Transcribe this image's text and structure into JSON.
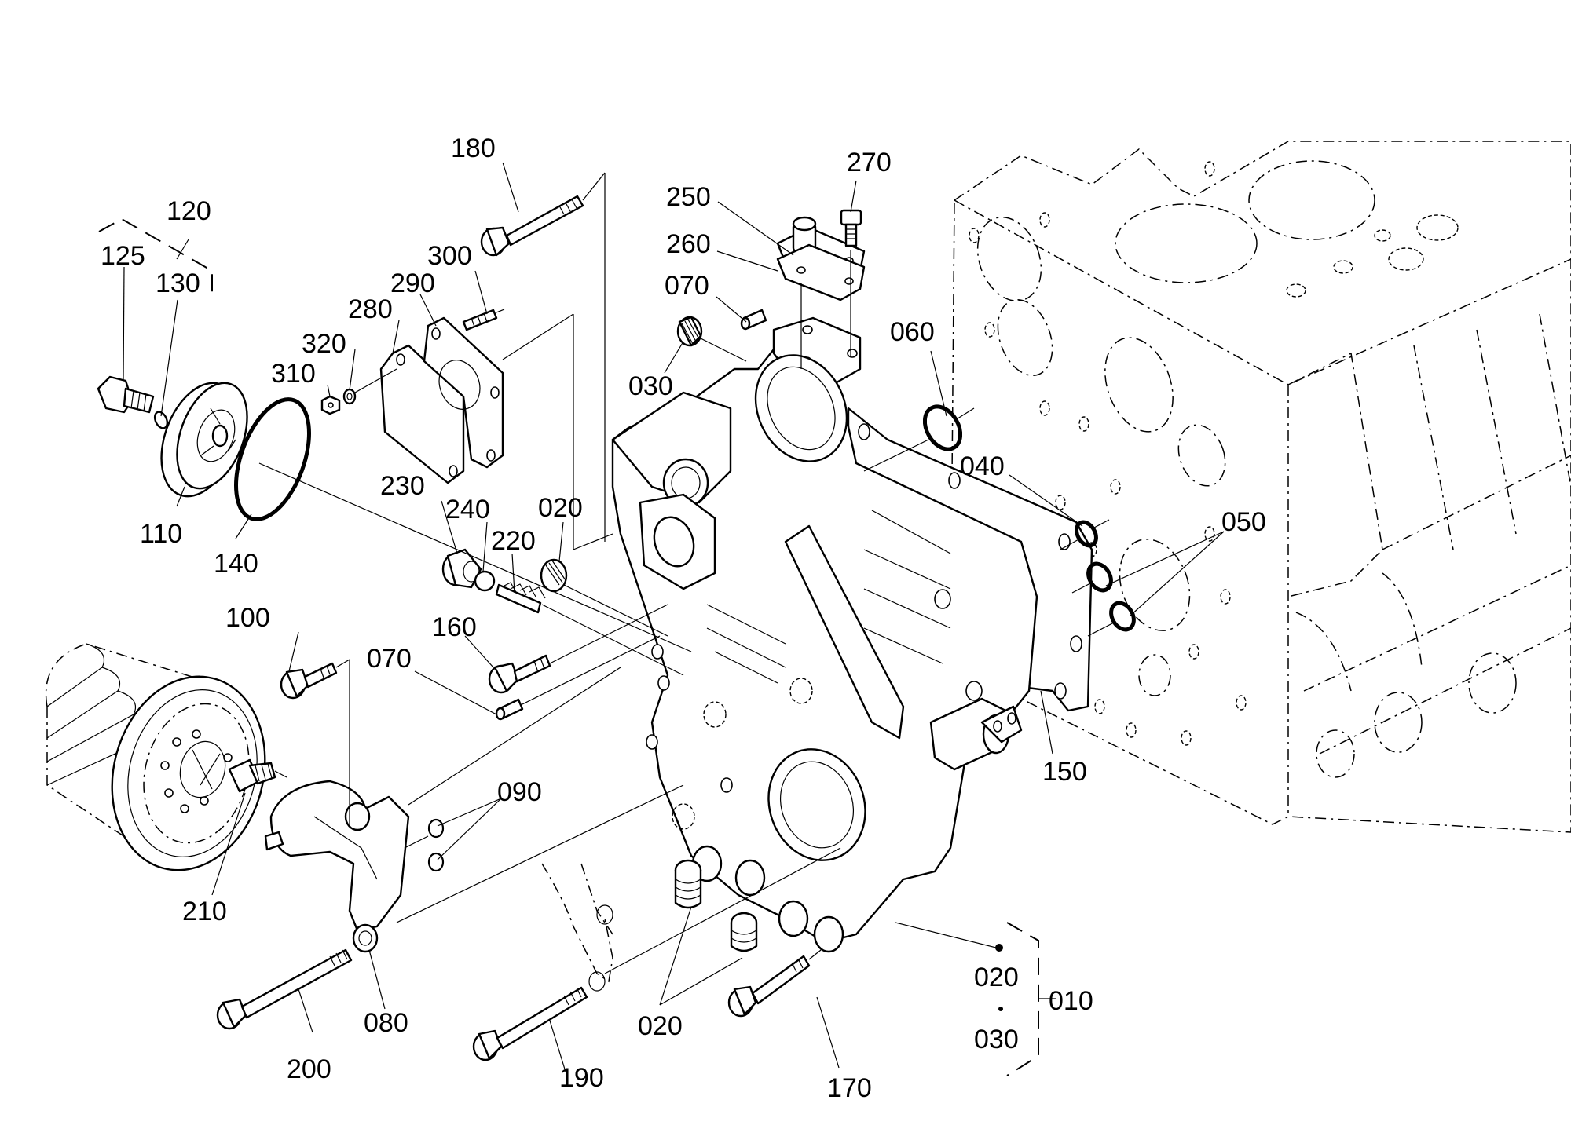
{
  "diagram": {
    "type": "exploded-parts-view",
    "subject": "Engine gear case / front cover assembly with oil filter and cylinder block",
    "callouts": [
      {
        "id": "010",
        "label": "010"
      },
      {
        "id": "020a",
        "label": "020"
      },
      {
        "id": "020b",
        "label": "020"
      },
      {
        "id": "020c",
        "label": "020"
      },
      {
        "id": "030a",
        "label": "030"
      },
      {
        "id": "030b",
        "label": "030"
      },
      {
        "id": "040",
        "label": "040"
      },
      {
        "id": "050",
        "label": "050"
      },
      {
        "id": "060",
        "label": "060"
      },
      {
        "id": "070a",
        "label": "070"
      },
      {
        "id": "070b",
        "label": "070"
      },
      {
        "id": "080",
        "label": "080"
      },
      {
        "id": "090",
        "label": "090"
      },
      {
        "id": "100",
        "label": "100"
      },
      {
        "id": "110",
        "label": "110"
      },
      {
        "id": "120",
        "label": "120"
      },
      {
        "id": "125",
        "label": "125"
      },
      {
        "id": "130",
        "label": "130"
      },
      {
        "id": "140",
        "label": "140"
      },
      {
        "id": "150",
        "label": "150"
      },
      {
        "id": "160",
        "label": "160"
      },
      {
        "id": "170",
        "label": "170"
      },
      {
        "id": "180",
        "label": "180"
      },
      {
        "id": "190",
        "label": "190"
      },
      {
        "id": "200",
        "label": "200"
      },
      {
        "id": "210",
        "label": "210"
      },
      {
        "id": "220",
        "label": "220"
      },
      {
        "id": "230",
        "label": "230"
      },
      {
        "id": "240",
        "label": "240"
      },
      {
        "id": "250",
        "label": "250"
      },
      {
        "id": "260",
        "label": "260"
      },
      {
        "id": "270",
        "label": "270"
      },
      {
        "id": "280",
        "label": "280"
      },
      {
        "id": "290",
        "label": "290"
      },
      {
        "id": "300",
        "label": "300"
      },
      {
        "id": "310",
        "label": "310"
      },
      {
        "id": "320",
        "label": "320"
      }
    ],
    "assembly_group_010": {
      "label": "010",
      "members": [
        "020",
        "030"
      ]
    },
    "assembly_group_120": {
      "label": "120",
      "members": [
        "125",
        "130"
      ]
    }
  }
}
